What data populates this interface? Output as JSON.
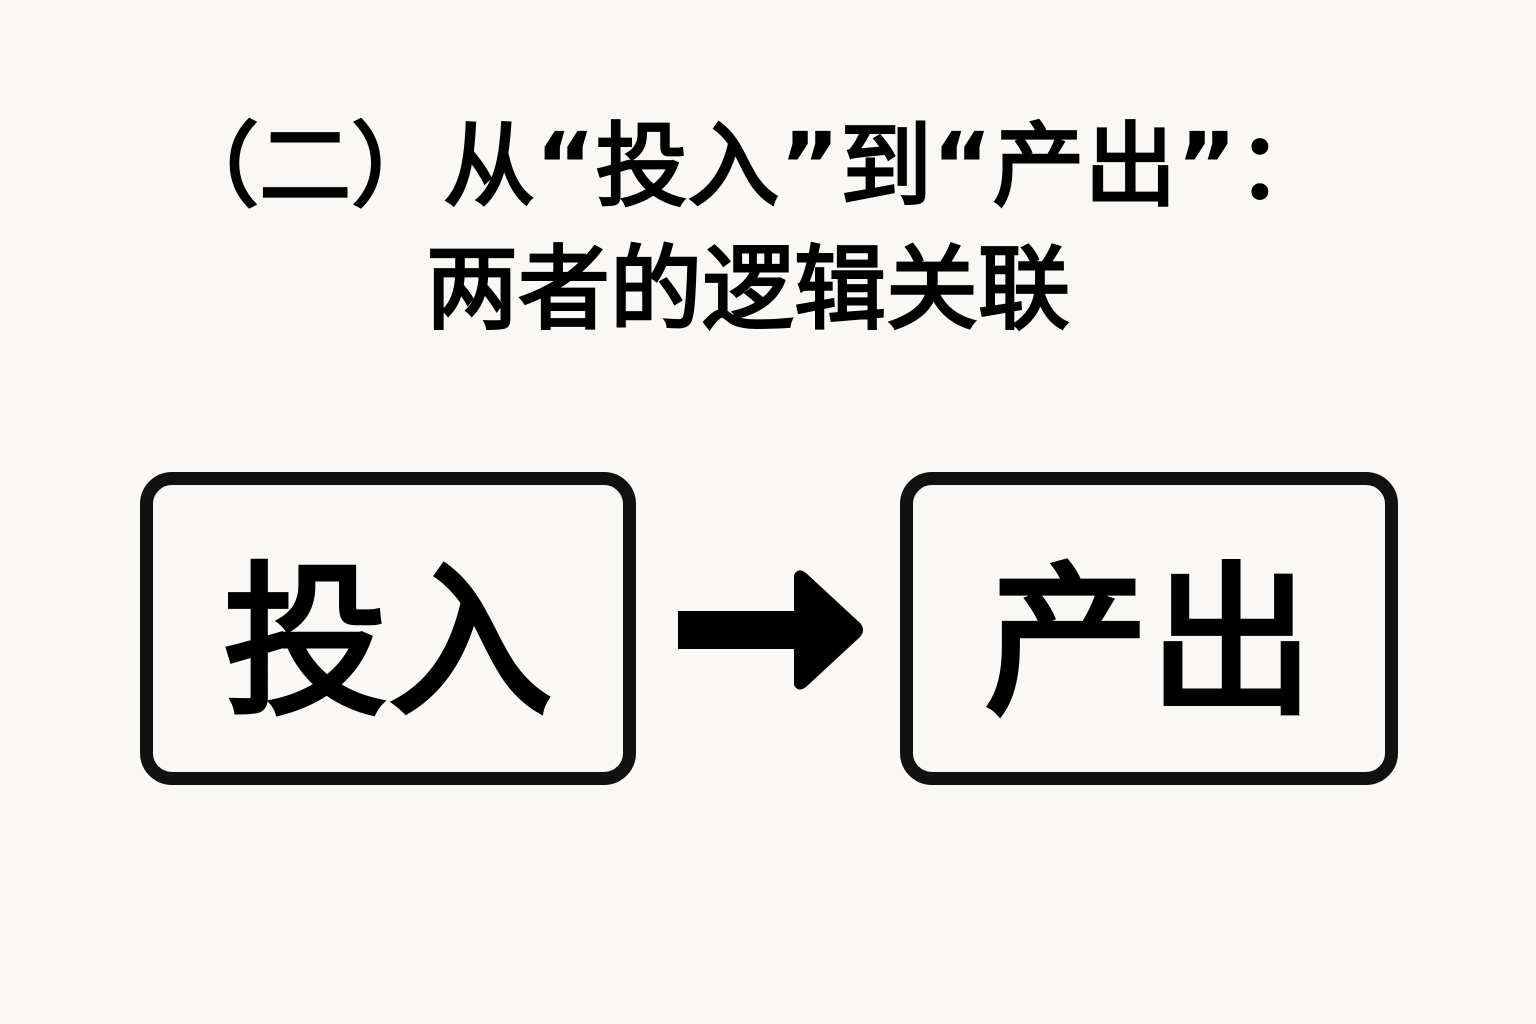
{
  "title": {
    "line1": "（二）从“投入”到“产出”：",
    "line2": "两者的逻辑关联"
  },
  "diagram": {
    "input_label": "投入",
    "output_label": "产出",
    "connector_icon": "right-arrow-icon"
  }
}
